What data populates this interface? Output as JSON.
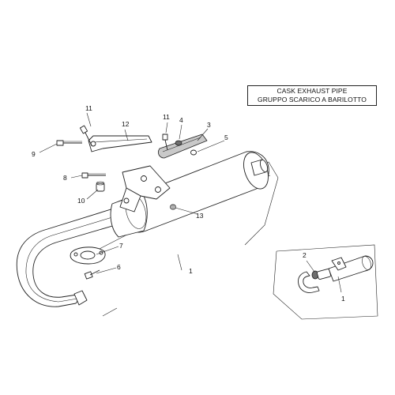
{
  "title": {
    "line1": "CASK EXHAUST PIPE",
    "line2": "GRUPPO SCARICO A BARILOTTO"
  },
  "callouts": {
    "c1_main": "1",
    "c1_inset": "1",
    "c2_inset": "2",
    "c3": "3",
    "c4": "4",
    "c5": "5",
    "c6": "6",
    "c7": "7",
    "c8": "8",
    "c9": "9",
    "c10": "10",
    "c11_left": "11",
    "c11_right": "11",
    "c12": "12",
    "c13": "13"
  }
}
